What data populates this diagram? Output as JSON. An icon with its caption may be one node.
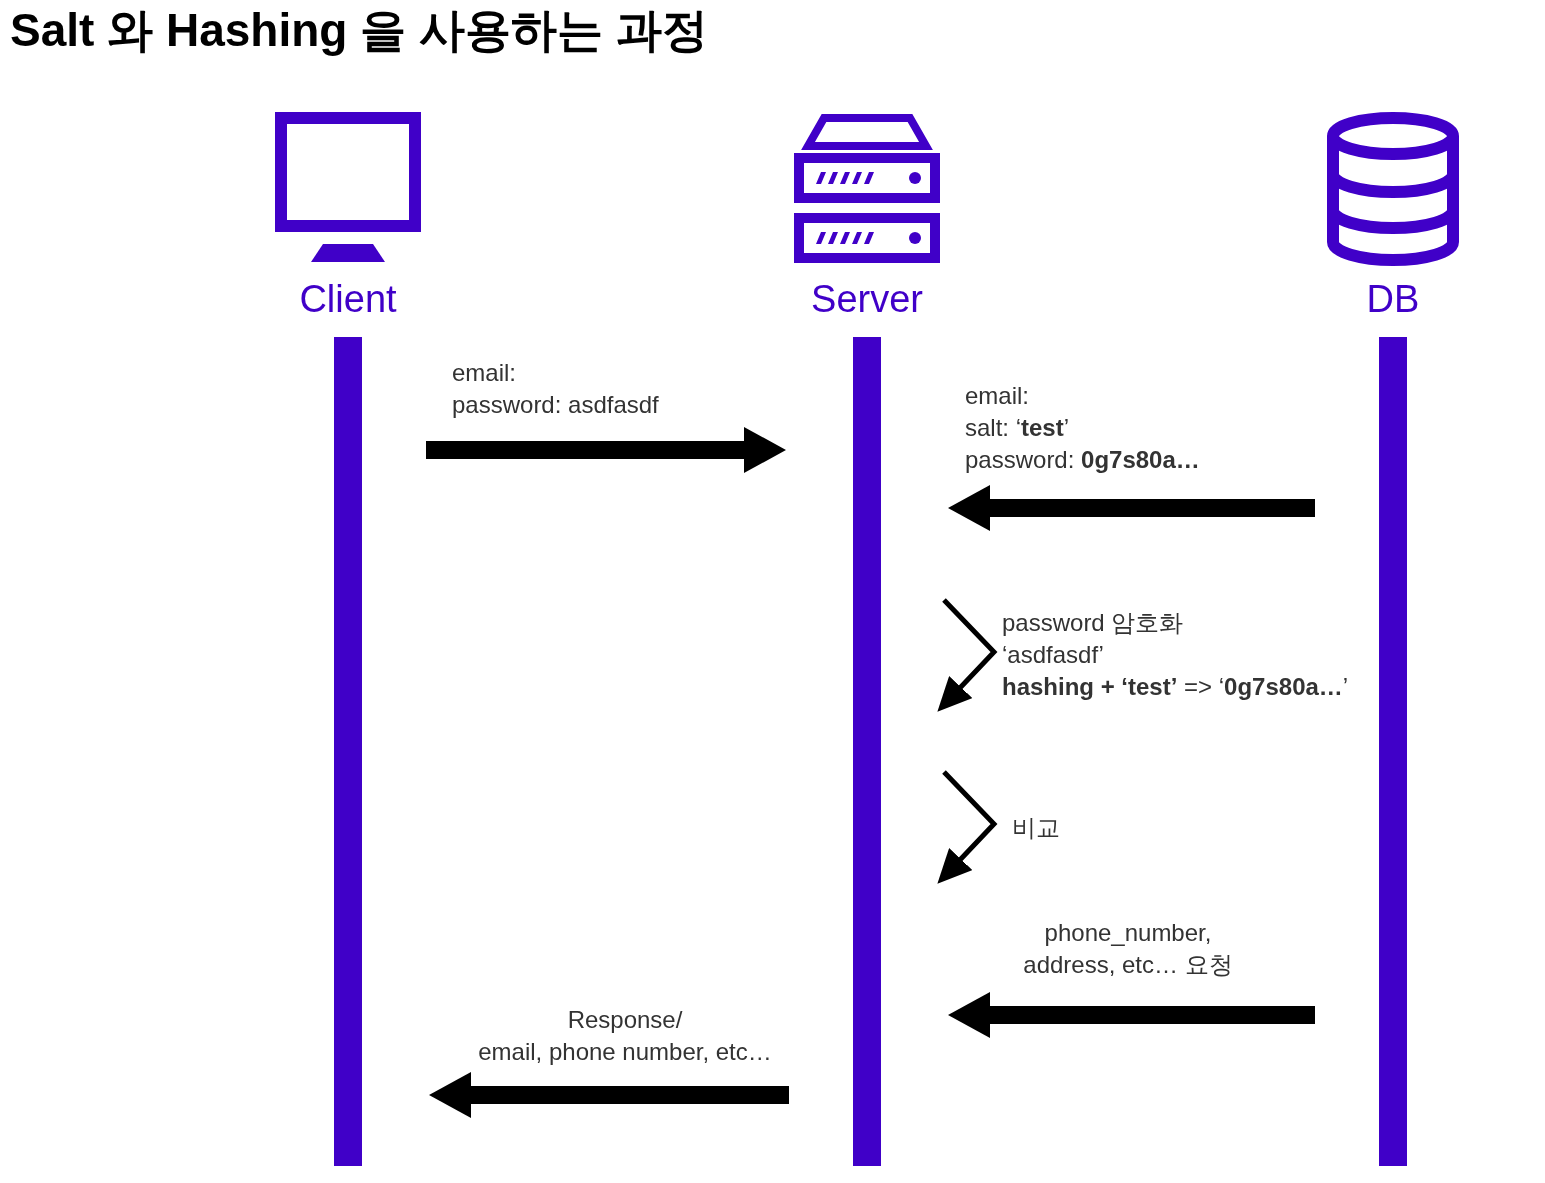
{
  "diagram": {
    "title": "Salt 와 Hashing 을 사용하는 과정",
    "nodes": [
      {
        "text": [
          "Client"
        ]
      },
      {
        "text": [
          "Server"
        ]
      },
      {
        "text": [
          "DB"
        ]
      }
    ],
    "edges": [
      {
        "from": 0,
        "to": 1,
        "arrow": "to",
        "label": "email: password: asdfasdf"
      },
      {
        "from": 2,
        "to": 1,
        "arrow": "to",
        "label": "email: salt: ‘**test**’ password: **0g7s80a…**"
      },
      {
        "from": 1,
        "to": 1,
        "arrow": "to",
        "label": "password 암호화 ‘asdfasdf’ **hashing + ‘test’** => ‘**0g7s80a…**’"
      },
      {
        "from": 1,
        "to": 1,
        "arrow": "to",
        "label": "비교"
      },
      {
        "from": 2,
        "to": 1,
        "arrow": "to",
        "label": "phone_number, address, etc… 요청"
      },
      {
        "from": 1,
        "to": 0,
        "arrow": "to",
        "label": "Response/ email, phone number, etc…"
      }
    ]
  }
}
